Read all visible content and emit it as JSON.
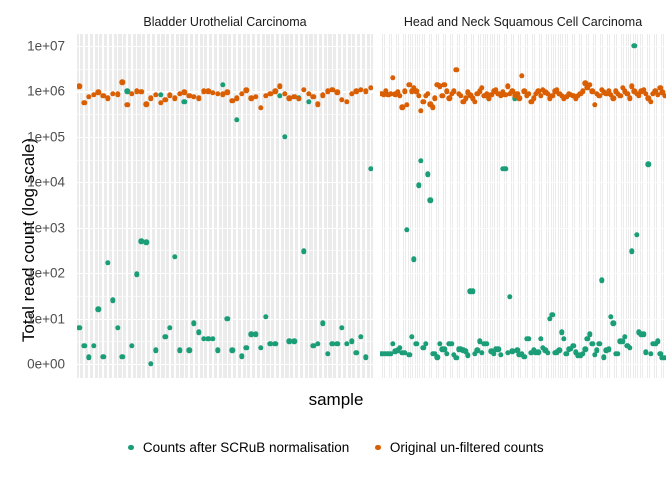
{
  "chart_data": {
    "type": "scatter",
    "title": "",
    "xlabel": "sample",
    "ylabel": "Total read count (log scale)",
    "ylim": [
      0,
      100000000
    ],
    "y_scale": "log",
    "grid": true,
    "legend_position": "bottom",
    "y_ticks": [
      "0e+00",
      "1e+01",
      "1e+02",
      "1e+03",
      "1e+04",
      "1e+05",
      "1e+06",
      "1e+07"
    ],
    "y_tick_values": [
      0,
      10,
      100,
      1000,
      10000,
      100000,
      1000000,
      10000000
    ],
    "x_tick_labels": [],
    "facets": [
      {
        "label": "Bladder Urothelial Carcinoma",
        "n_samples": 62
      },
      {
        "label": "Head and Neck Squamous Cell Carcinoma",
        "n_samples": 122
      }
    ],
    "series": [
      {
        "name": "Counts after SCRuB normalisation",
        "color": "#1B9E77",
        "facet_values": {
          "Bladder Urothelial Carcinoma": [
            8.0,
            4.0,
            1.5,
            4.0,
            16.0,
            1.6,
            170.0,
            25.0,
            8.0,
            1.6,
            1000000.0,
            4.0,
            95.0,
            500.0,
            480.0,
            0.0,
            3.0,
            830000.0,
            6.0,
            8.0,
            230.0,
            3.0,
            600000.0,
            3.0,
            9.0,
            7.0,
            5.5,
            5.5,
            5.5,
            3.0,
            1400000.0,
            10.0,
            3.0,
            240000.0,
            1.7,
            3.5,
            6.5,
            6.5,
            3.5,
            11.0,
            4.5,
            4.5,
            800000.0,
            100000.0,
            5.0,
            5.0,
            700000.0,
            300.0,
            600000.0,
            4.0,
            4.5,
            9.0,
            2.2,
            4.5,
            4.5,
            8.0,
            4.5,
            5.0,
            2.5,
            6.0,
            1.5,
            20000.0
          ],
          "Head and Neck Squamous Cell Carcinoma": [
            2.2,
            2.2,
            2.2,
            2.2,
            2.2,
            4.5,
            2.8,
            3.0,
            3.6,
            2.5,
            2.5,
            900.0,
            2.0,
            6.0,
            200.0,
            4.5,
            8500.0,
            30000.0,
            3.5,
            4.5,
            15000.0,
            4000.0,
            2.2,
            2.2,
            1.5,
            4.5,
            3.2,
            3.2,
            2.2,
            4.5,
            4.5,
            2.0,
            1.3,
            3.2,
            3.2,
            3.0,
            2.8,
            1.9,
            40.0,
            40.0,
            2.2,
            3.0,
            5.0,
            2.5,
            4.5,
            4.5,
            700000.0,
            2.8,
            2.2,
            3.2,
            3.2,
            2.0,
            20000.0,
            20000.0,
            2.5,
            30.0,
            2.8,
            700000.0,
            3.0,
            2.0,
            2.2,
            1.6,
            5.5,
            5.5,
            2.5,
            3.0,
            2.6,
            2.6,
            5.5,
            3.5,
            3.0,
            2.5,
            10.0,
            12.0,
            2.5,
            2.6,
            3.0,
            7.0,
            5.5,
            2.2,
            3.2,
            3.4,
            4.0,
            2.6,
            1.9,
            1.9,
            2.2,
            3.2,
            5.5,
            6.5,
            4.5,
            2.0,
            3.0,
            4.5,
            70.0,
            1.5,
            3.0,
            3.2,
            11.0,
            9.0,
            2.2,
            2.2,
            5.0,
            5.0,
            6.0,
            4.0,
            3.5,
            300.0,
            20000000.0,
            700.0,
            7.0,
            6.5,
            6.5,
            2.6,
            25000.0,
            2.2,
            4.5,
            4.5,
            5.0,
            2.2,
            1.4,
            1.4
          ]
        }
      },
      {
        "name": "Original un-filtered counts",
        "color": "#D95F02",
        "facet_values": {
          "Bladder Urothelial Carcinoma": [
            1300000.0,
            560000.0,
            760000.0,
            850000.0,
            950000.0,
            800000.0,
            700000.0,
            900000.0,
            860000.0,
            1600000.0,
            500000.0,
            900000.0,
            1000000.0,
            980000.0,
            520000.0,
            700000.0,
            850000.0,
            560000.0,
            650000.0,
            820000.0,
            700000.0,
            900000.0,
            950000.0,
            800000.0,
            750000.0,
            700000.0,
            1000000.0,
            1000000.0,
            920000.0,
            900000.0,
            870000.0,
            950000.0,
            620000.0,
            700000.0,
            900000.0,
            1050000.0,
            700000.0,
            750000.0,
            430000.0,
            800000.0,
            900000.0,
            1000000.0,
            1300000.0,
            900000.0,
            700000.0,
            760000.0,
            680000.0,
            1100000.0,
            900000.0,
            750000.0,
            520000.0,
            820000.0,
            1000000.0,
            1100000.0,
            950000.0,
            650000.0,
            600000.0,
            900000.0,
            1000000.0,
            1100000.0,
            1000000.0,
            1200000.0
          ],
          "Head and Neck Squamous Cell Carcinoma": [
            900000.0,
            850000.0,
            1000000.0,
            830000.0,
            900000.0,
            2000000.0,
            870000.0,
            950000.0,
            800000.0,
            450000.0,
            1000000.0,
            500000.0,
            1400000.0,
            1000000.0,
            1200000.0,
            1000000.0,
            800000.0,
            370000.0,
            600000.0,
            800000.0,
            900000.0,
            520000.0,
            450000.0,
            700000.0,
            1400000.0,
            1300000.0,
            800000.0,
            1400000.0,
            1000000.0,
            700000.0,
            900000.0,
            1000000.0,
            3000000.0,
            900000.0,
            800000.0,
            600000.0,
            700000.0,
            950000.0,
            820000.0,
            700000.0,
            600000.0,
            900000.0,
            1000000.0,
            1200000.0,
            800000.0,
            900000.0,
            700000.0,
            850000.0,
            1000000.0,
            1100000.0,
            900000.0,
            800000.0,
            950000.0,
            850000.0,
            1300000.0,
            900000.0,
            1000000.0,
            800000.0,
            900000.0,
            700000.0,
            2200000.0,
            1000000.0,
            800000.0,
            900000.0,
            600000.0,
            700000.0,
            900000.0,
            1000000.0,
            800000.0,
            1100000.0,
            950000.0,
            900000.0,
            700000.0,
            800000.0,
            1000000.0,
            1100000.0,
            900000.0,
            800000.0,
            700000.0,
            750000.0,
            900000.0,
            850000.0,
            800000.0,
            700000.0,
            800000.0,
            900000.0,
            1000000.0,
            1500000.0,
            1200000.0,
            1400000.0,
            1000000.0,
            500000.0,
            900000.0,
            800000.0,
            1100000.0,
            950000.0,
            900000.0,
            1000000.0,
            850000.0,
            700000.0,
            1000000.0,
            900000.0,
            800000.0,
            1200000.0,
            1000000.0,
            900000.0,
            700000.0,
            1300000.0,
            1000000.0,
            900000.0,
            800000.0,
            1000000.0,
            1100000.0,
            900000.0,
            700000.0,
            600000.0,
            900000.0,
            1000000.0,
            850000.0,
            1200000.0,
            950000.0,
            800000.0
          ]
        }
      }
    ]
  },
  "legend": {
    "items": [
      {
        "label": "Counts after SCRuB normalisation",
        "color": "#1B9E77"
      },
      {
        "label": "Original un-filtered counts",
        "color": "#D95F02"
      }
    ]
  },
  "axes": {
    "y_title": "Total read count (log scale)",
    "x_title": "sample"
  }
}
